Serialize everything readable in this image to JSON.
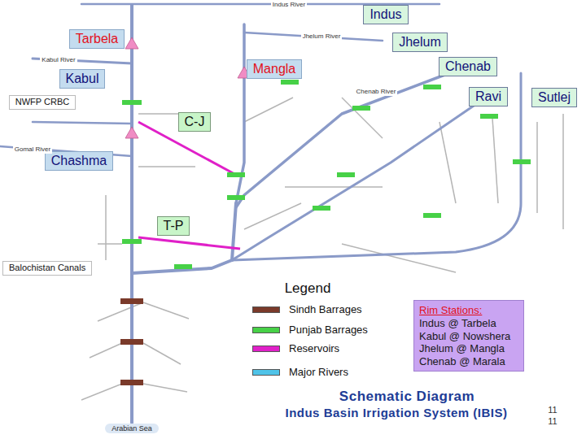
{
  "diagram": {
    "title": "Schematic Diagram",
    "caption": "Indus Basin Irrigation System (IBIS)",
    "nodes": [
      {
        "text": [
          "Indus"
        ]
      },
      {
        "text": [
          "Tarbela"
        ]
      },
      {
        "text": [
          "Jhelum"
        ]
      },
      {
        "text": [
          "Kabul"
        ]
      },
      {
        "text": [
          "Mangla"
        ]
      },
      {
        "text": [
          "Chenab"
        ]
      },
      {
        "text": [
          "Ravi"
        ]
      },
      {
        "text": [
          "Sutlej"
        ]
      },
      {
        "text": [
          "NWFP CRBC"
        ]
      },
      {
        "text": [
          "C-J"
        ]
      },
      {
        "text": [
          "Chashma"
        ]
      },
      {
        "text": [
          "T-P"
        ]
      },
      {
        "text": [
          "Balochistan Canals"
        ]
      },
      {
        "text": [
          "Rim Stations:",
          "Indus @ Tarbela Kabul @ Nowshera Jhelum @ Mangla Chenab @ Marala"
        ]
      }
    ],
    "labels": [
      "Indus River",
      "Jhelum River",
      "Kabul River",
      "Chenab River",
      "Gomal River",
      "Legend",
      "Arabian Sea",
      "11",
      "11"
    ],
    "legend": [
      {
        "text": "Sindh Barrages",
        "color": "#7a3a2a"
      },
      {
        "text": "Punjab Barrages",
        "color": "#47d147"
      },
      {
        "text": "Reservoirs",
        "color": "#e020c8"
      },
      {
        "text": "Major Rivers",
        "color": "#4fc3e8"
      }
    ]
  }
}
